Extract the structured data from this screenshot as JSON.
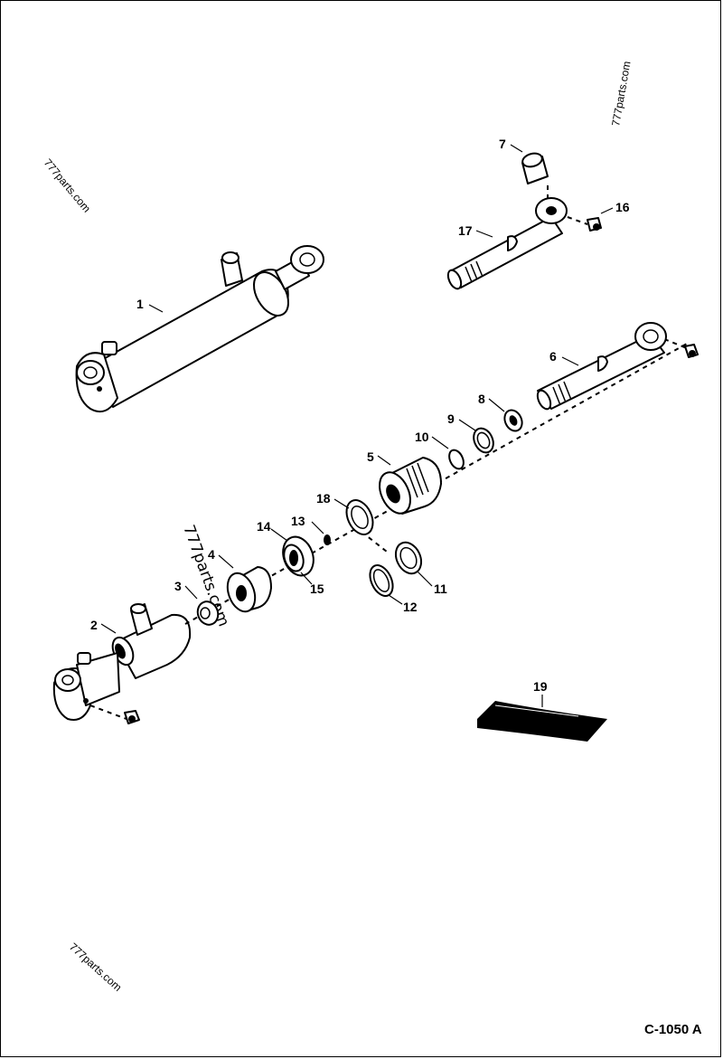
{
  "watermarks": {
    "top_left": "777parts.com",
    "top_right": "777parts.com",
    "middle": "777parts.com",
    "bottom_left": "777parts.com"
  },
  "drawing_code": "C-1050 A",
  "callouts": {
    "p1": "1",
    "p2": "2",
    "p3": "3",
    "p4": "4",
    "p5": "5",
    "p6": "6",
    "p7": "7",
    "p8": "8",
    "p9": "9",
    "p10": "10",
    "p11": "11",
    "p12": "12",
    "p13": "13",
    "p14": "14",
    "p15": "15",
    "p16": "16",
    "p17": "17",
    "p18": "18",
    "p19": "19"
  }
}
